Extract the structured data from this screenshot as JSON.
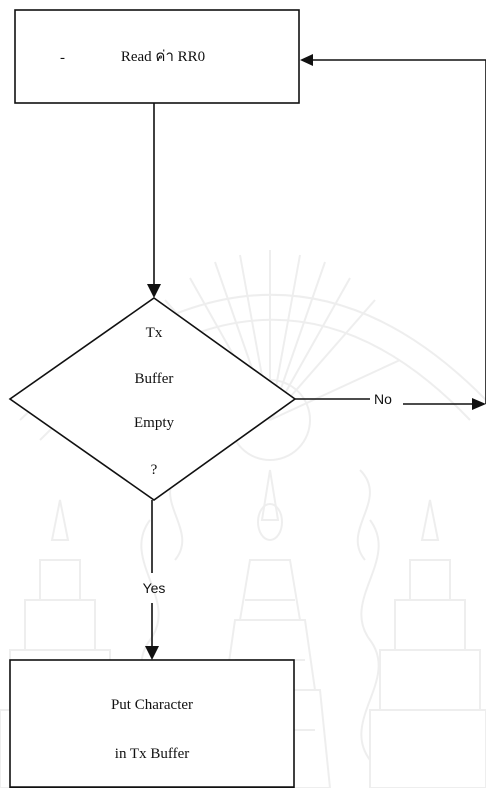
{
  "flowchart": {
    "start_box": {
      "dash": "-",
      "text": "Read ค่า RR0"
    },
    "decision": {
      "line1": "Tx",
      "line2": "Buffer",
      "line3": "Empty",
      "line4": "?"
    },
    "branch_no_label": "No",
    "branch_yes_label": "Yes",
    "action_box": {
      "line1": "Put Character",
      "line2": "in Tx Buffer"
    }
  },
  "colors": {
    "ink": "#111111",
    "watermark": "#6b6b6b",
    "background": "#ffffff"
  }
}
